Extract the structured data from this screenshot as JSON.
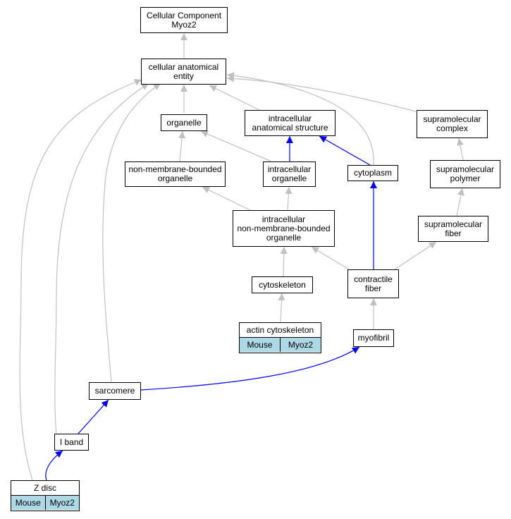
{
  "nodes": {
    "cellular_component": "Cellular Component\nMyoz2",
    "cellular_anatomical_entity": "cellular anatomical\nentity",
    "organelle": "organelle",
    "intracellular_anatomical_structure": "intracellular\nanatomical structure",
    "supramolecular_complex": "supramolecular\ncomplex",
    "non_membrane_bounded_organelle": "non-membrane-bounded\norganelle",
    "intracellular_organelle": "intracellular\norganelle",
    "cytoplasm": "cytoplasm",
    "supramolecular_polymer": "supramolecular\npolymer",
    "intracellular_nmb_organelle": "intracellular\nnon-membrane-bounded\norganelle",
    "supramolecular_fiber": "supramolecular\nfiber",
    "cytoskeleton": "cytoskeleton",
    "contractile_fiber": "contractile\nfiber",
    "myofibril": "myofibril",
    "sarcomere": "sarcomere",
    "i_band": "I band"
  },
  "annotated": {
    "actin_cytoskeleton": {
      "title": "actin cytoskeleton",
      "species": "Mouse",
      "gene": "Myoz2"
    },
    "z_disc": {
      "title": "Z disc",
      "species": "Mouse",
      "gene": "Myoz2"
    }
  },
  "colors": {
    "is_a_edge": "#c0c0c0",
    "part_of_edge": "#0000ff",
    "annotation_fill": "#add8e6"
  }
}
